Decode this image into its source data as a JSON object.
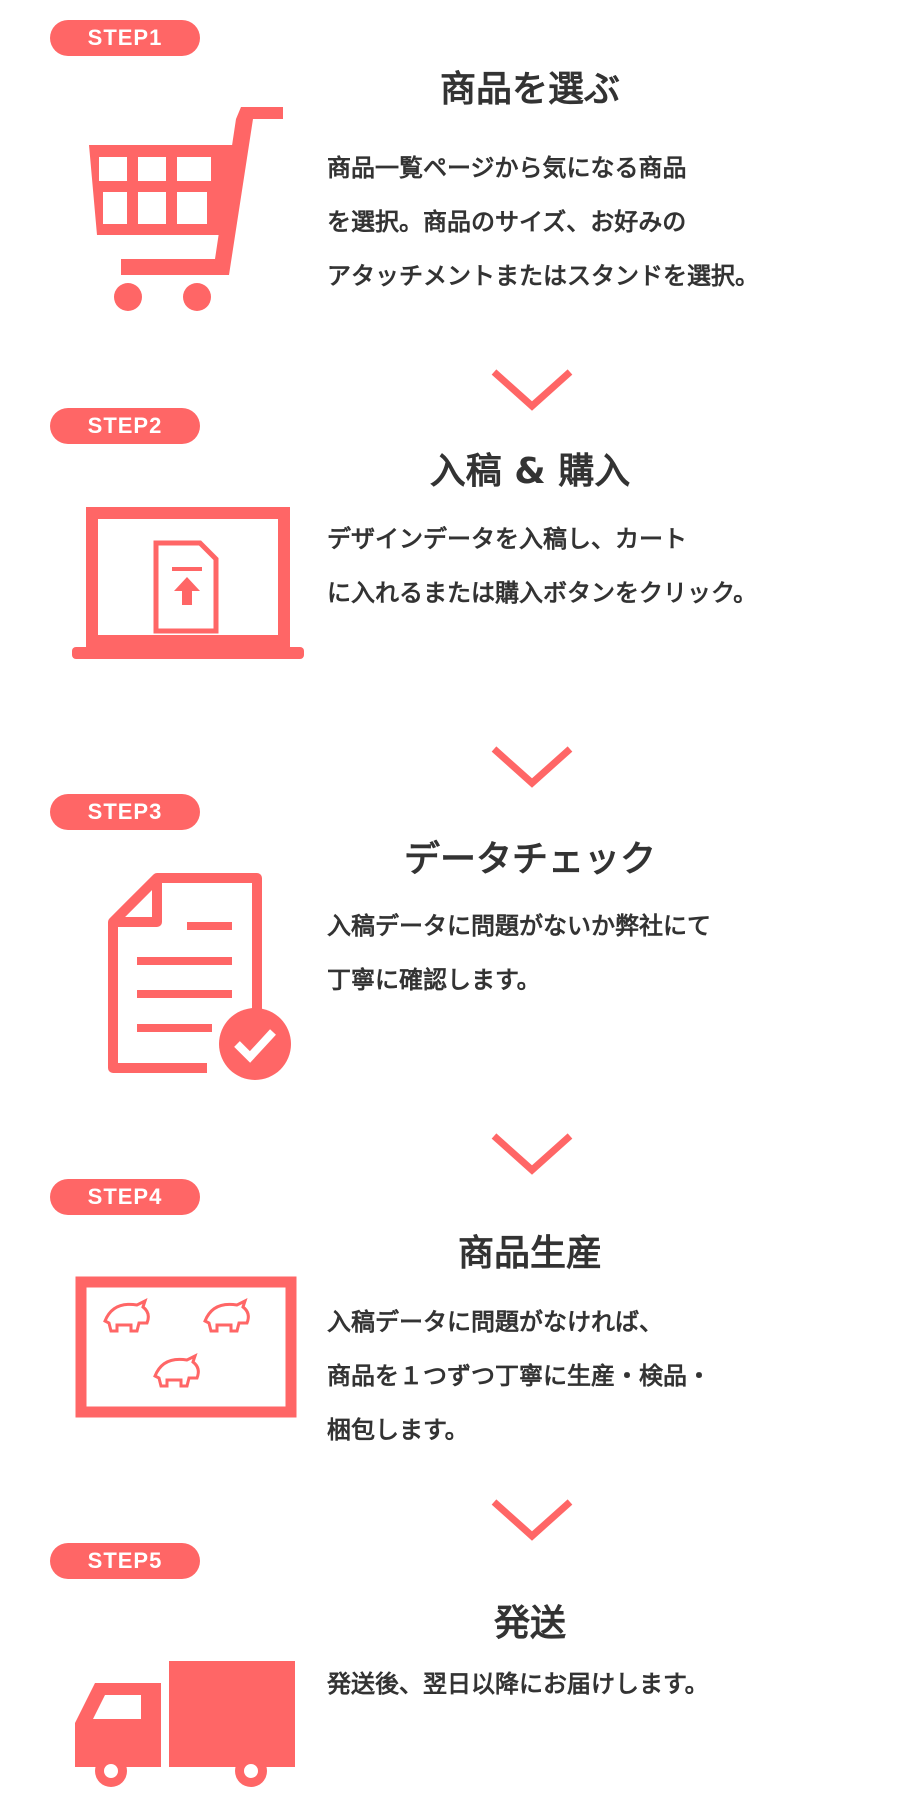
{
  "accent": "#ff6666",
  "steps": [
    {
      "badge": "STEP1",
      "title": "商品を選ぶ",
      "lines": [
        "商品一覧ページから気になる商品",
        "を選択。商品のサイズ、お好みの",
        "アタッチメントまたはスタンドを選択。"
      ],
      "icon": "shopping-cart-icon"
    },
    {
      "badge": "STEP2",
      "title": "入稿 & 購入",
      "lines": [
        "デザインデータを入稿し、カート",
        "に入れるまたは購入ボタンをクリック。"
      ],
      "icon": "laptop-upload-icon"
    },
    {
      "badge": "STEP3",
      "title": "データチェック",
      "lines": [
        "入稿データに問題がないか弊社にて",
        "丁寧に確認します。"
      ],
      "icon": "document-check-icon"
    },
    {
      "badge": "STEP4",
      "title": "商品生産",
      "lines": [
        "入稿データに問題がなければ、",
        "商品を１つずつ丁寧に生産・検品・",
        "梱包します。"
      ],
      "icon": "production-sheet-icon"
    },
    {
      "badge": "STEP5",
      "title": "発送",
      "lines": [
        "発送後、翌日以降にお届けします。"
      ],
      "icon": "delivery-truck-icon"
    }
  ]
}
